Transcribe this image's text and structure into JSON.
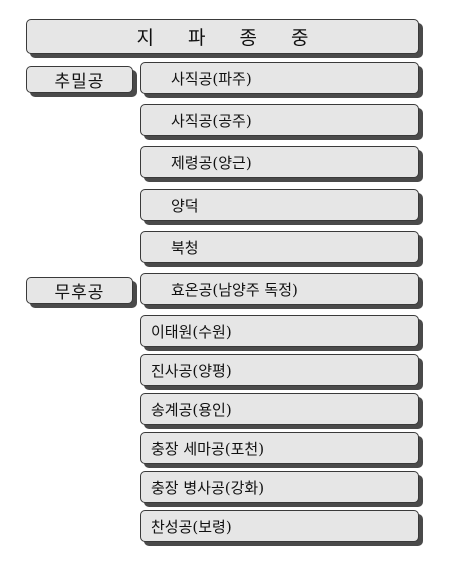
{
  "title": "지 파 종 중",
  "groups": [
    {
      "label": "추밀공",
      "children": [
        "사직공(파주)",
        "사직공(공주)",
        "제령공(양근)",
        "양덕",
        "북청"
      ]
    },
    {
      "label": "무후공",
      "children": [
        "효온공(남양주 독정)",
        "이태원(수원)",
        "진사공(양평)",
        "송계공(용인)",
        "충장 세마공(포천)",
        "충장 병사공(강화)",
        "찬성공(보령)"
      ]
    }
  ]
}
